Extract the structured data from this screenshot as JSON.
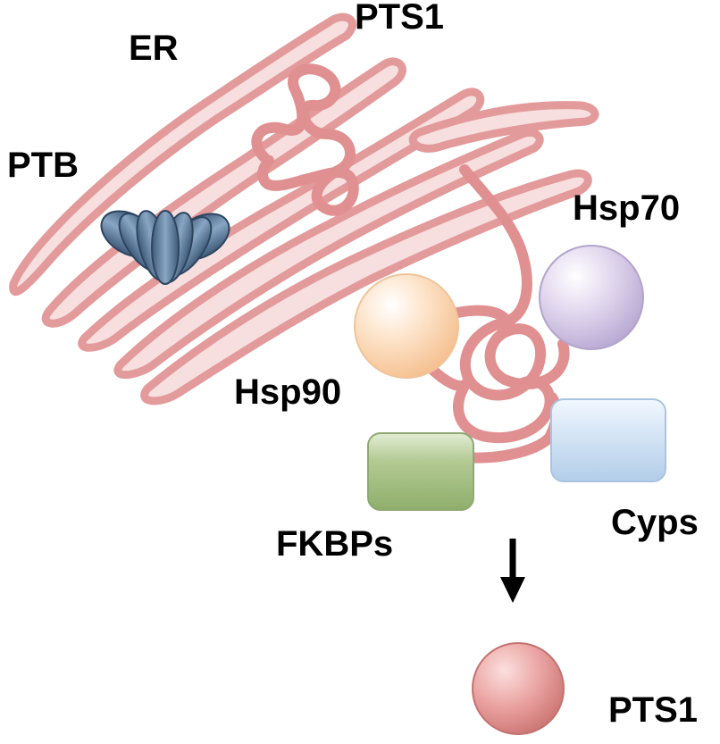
{
  "labels": {
    "er": "ER",
    "pts1_top": "PTS1",
    "ptb": "PTB",
    "hsp70": "Hsp70",
    "hsp90": "Hsp90",
    "fkbps": "FKBPs",
    "cyps": "Cyps",
    "pts1_bottom": "PTS1"
  },
  "colors": {
    "er_fill": "#f7dfdf",
    "er_stroke": "#e39a9a",
    "chain": "#e09090",
    "ptb": "#5f7d9c",
    "hsp70": "#d2c6e3",
    "hsp90": "#fcd8b6",
    "fkbps": "#a9c38a",
    "cyps": "#cfe0f2",
    "pts1_ball": "#e59a98",
    "arrow": "#000000"
  },
  "icons": [
    "ptb-barrel-icon",
    "arrow-down-icon"
  ]
}
